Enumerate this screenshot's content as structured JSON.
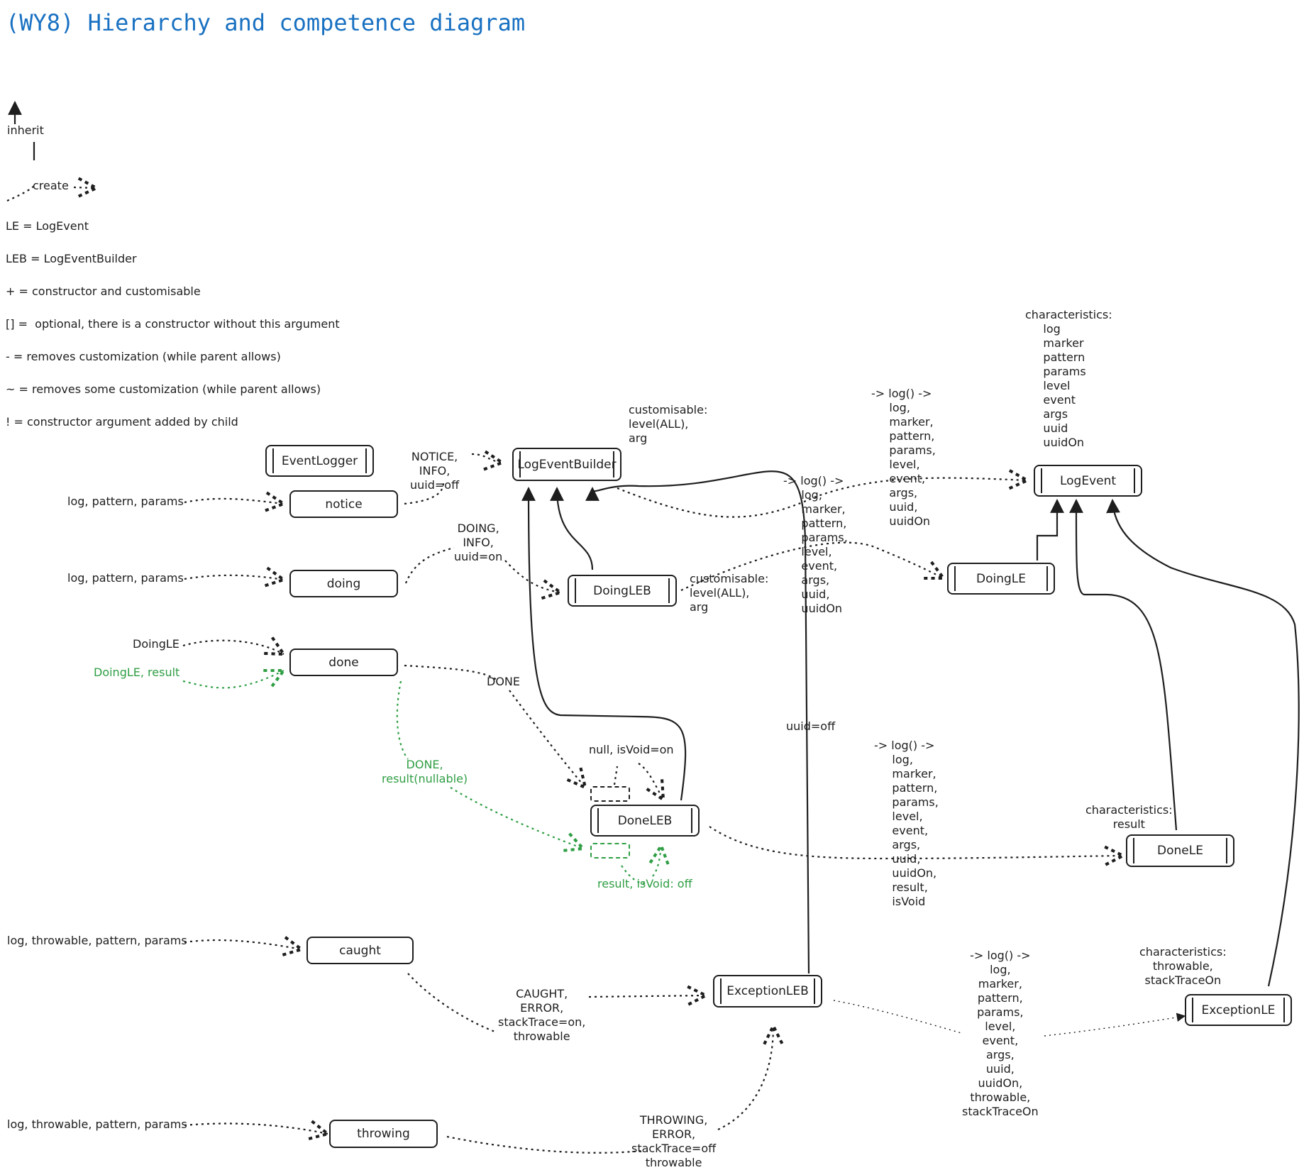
{
  "title": "(WY8) Hierarchy and competence diagram",
  "legend": {
    "inherit": "inherit",
    "create": "create",
    "defs": [
      "LE = LogEvent",
      "LEB = LogEventBuilder",
      "+ = constructor and customisable",
      "[] =  optional, there is a constructor without this argument",
      "- = removes customization (while parent allows)",
      "~ = removes some customization (while parent allows)",
      "! = constructor argument added by child"
    ]
  },
  "nodes": {
    "event_logger": "EventLogger",
    "notice": "notice",
    "doing": "doing",
    "done": "done",
    "caught": "caught",
    "throwing": "throwing",
    "log_event_builder": "LogEventBuilder",
    "doing_leb": "DoingLEB",
    "done_leb": "DoneLEB",
    "exception_leb": "ExceptionLEB",
    "log_event": "LogEvent",
    "doing_le": "DoingLE",
    "done_le": "DoneLE",
    "exception_le": "ExceptionLE"
  },
  "labels": {
    "notice_in": "log, pattern, params",
    "doing_in": "log, pattern, params",
    "done_in": "DoingLE",
    "done_in_result": "DoingLE, result",
    "caught_in": "log, throwable, pattern, params",
    "throwing_in": "log, throwable, pattern, params",
    "notice_args": "NOTICE,\nINFO,\nuuid=off",
    "doing_args": "DOING,\nINFO,\nuuid=on",
    "done_args": "DONE",
    "done_result_args": "DONE,\nresult(nullable)",
    "null_void": "null, isVoid=on",
    "result_void": "result, isVoid: off",
    "caught_args": "CAUGHT,\nERROR,\nstackTrace=on,\nthrowable",
    "throwing_args": "THROWING,\nERROR,\nstackTrace=off\nthrowable",
    "leb_custom": "customisable:\nlevel(ALL),\narg",
    "doingleb_custom": "customisable:\nlevel(ALL),\narg",
    "leb_log": "-> log() ->\n     log,\n     marker,\n     pattern,\n     params,\n     level,\n     event,\n     args,\n     uuid,\n     uuidOn",
    "doingleb_log": "-> log() ->\n     log,\n     marker,\n     pattern,\n     params,\n     level,\n     event,\n     args,\n     uuid,\n     uuidOn",
    "doneleb_log": "-> log() ->\n     log,\n     marker,\n     pattern,\n     params,\n     level,\n     event,\n     args,\n     uuid,\n     uuidOn,\n     result,\n     isVoid",
    "exceptionleb_log": "-> log() ->\nlog,\nmarker,\npattern,\nparams,\nlevel,\nevent,\nargs,\nuuid,\nuuidOn,\nthrowable,\nstackTraceOn",
    "uuid_off": "uuid=off",
    "logevent_chars": "characteristics:\n     log\n     marker\n     pattern\n     params\n     level\n     event\n     args\n     uuid\n     uuidOn",
    "donele_chars": "characteristics:\nresult",
    "exceptionle_chars": "characteristics:\nthrowable,\nstackTraceOn"
  },
  "colors": {
    "title": "#1971c2",
    "stroke": "#1e1e1e",
    "green": "#2f9e44"
  }
}
